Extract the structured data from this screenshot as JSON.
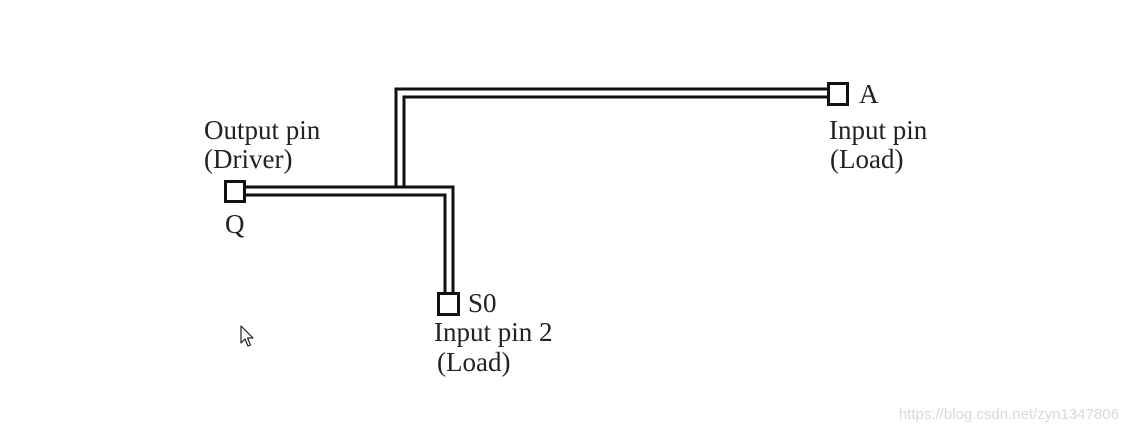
{
  "pins": {
    "driver": {
      "name": "Q",
      "role_line1": "Output pin",
      "role_line2": "(Driver)"
    },
    "load_a": {
      "name": "A",
      "role_line1": "Input pin",
      "role_line2": "(Load)"
    },
    "load_s0": {
      "name": "S0",
      "role_line1": "Input pin 2",
      "role_line2": "(Load)"
    }
  },
  "watermark": "https://blog.csdn.net/zyn1347806",
  "colors": {
    "wire": "#111111",
    "text": "#222222",
    "background": "#ffffff",
    "watermark": "#d9d9d9"
  },
  "icons": {
    "cursor": "mouse-pointer-icon"
  }
}
